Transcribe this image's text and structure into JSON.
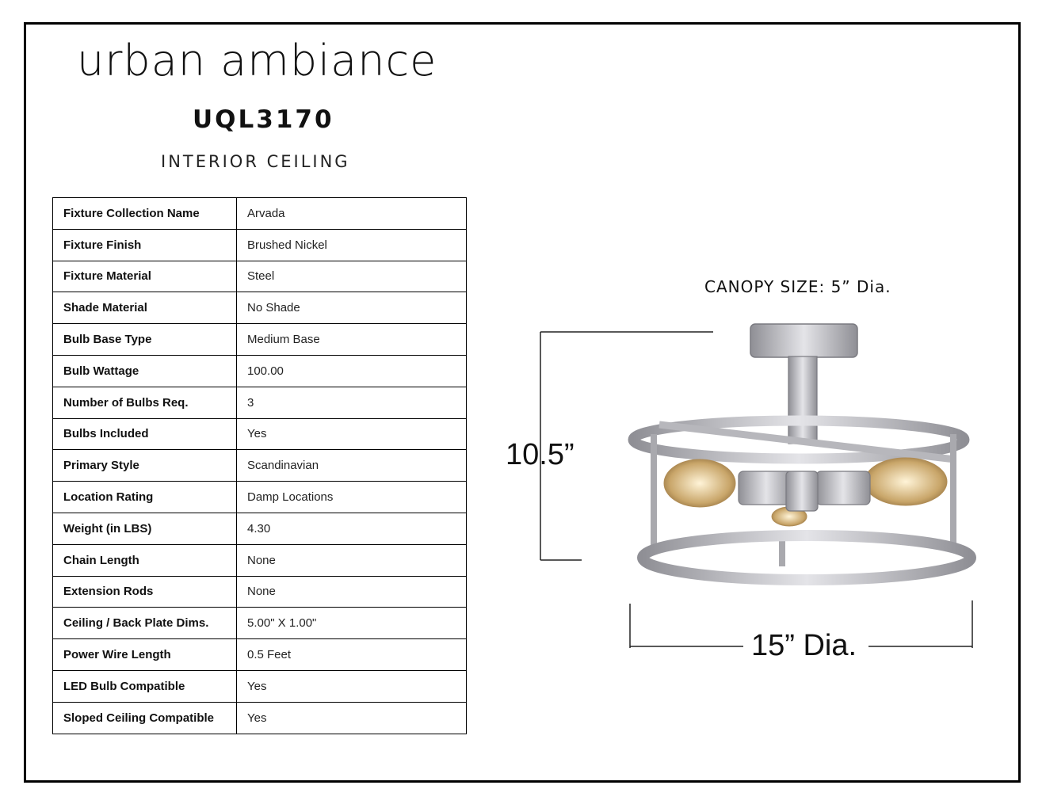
{
  "header": {
    "brand": "urban ambiance",
    "model": "UQL3170",
    "category": "INTERIOR CEILING"
  },
  "specs": [
    {
      "label": "Fixture Collection Name",
      "value": "Arvada"
    },
    {
      "label": "Fixture Finish",
      "value": "Brushed Nickel"
    },
    {
      "label": "Fixture Material",
      "value": "Steel"
    },
    {
      "label": "Shade Material",
      "value": "No Shade"
    },
    {
      "label": "Bulb Base Type",
      "value": "Medium Base"
    },
    {
      "label": "Bulb Wattage",
      "value": "100.00"
    },
    {
      "label": "Number of Bulbs Req.",
      "value": "3"
    },
    {
      "label": "Bulbs Included",
      "value": "Yes"
    },
    {
      "label": "Primary Style",
      "value": "Scandinavian"
    },
    {
      "label": "Location Rating",
      "value": "Damp Locations"
    },
    {
      "label": "Weight (in LBS)",
      "value": "4.30"
    },
    {
      "label": "Chain Length",
      "value": "None"
    },
    {
      "label": "Extension Rods",
      "value": "None"
    },
    {
      "label": "Ceiling / Back Plate Dims.",
      "value": "5.00\" X 1.00\""
    },
    {
      "label": "Power Wire Length",
      "value": "0.5 Feet"
    },
    {
      "label": "LED Bulb Compatible",
      "value": "Yes"
    },
    {
      "label": "Sloped Ceiling Compatible",
      "value": "Yes"
    }
  ],
  "diagram": {
    "canopy_size": "CANOPY SIZE: 5” Dia.",
    "height": "10.5”",
    "width": "15” Dia."
  }
}
